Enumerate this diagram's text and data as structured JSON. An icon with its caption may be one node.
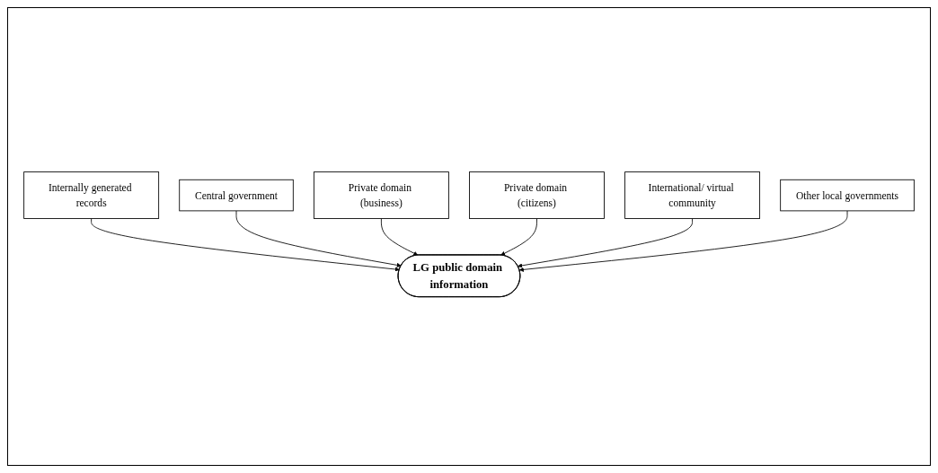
{
  "diagram": {
    "nodes": [
      {
        "text": [
          "Internally generated records"
        ]
      },
      {
        "text": [
          "Central government"
        ]
      },
      {
        "text": [
          "Private domain (business)"
        ]
      },
      {
        "text": [
          "LG public domain information"
        ]
      },
      {
        "text": [
          "Private domain (citizens)"
        ]
      },
      {
        "text": [
          "International/ virtual community"
        ]
      },
      {
        "text": [
          "Other local governments"
        ]
      }
    ],
    "edges": [
      {
        "from": 0,
        "to": 3,
        "arrow": "to"
      },
      {
        "from": 1,
        "to": 3,
        "arrow": "to"
      },
      {
        "from": 2,
        "to": 3,
        "arrow": "to"
      },
      {
        "from": 4,
        "to": 3,
        "arrow": "to"
      },
      {
        "from": 5,
        "to": 3,
        "arrow": "to"
      },
      {
        "from": 6,
        "to": 3,
        "arrow": "to"
      }
    ]
  }
}
